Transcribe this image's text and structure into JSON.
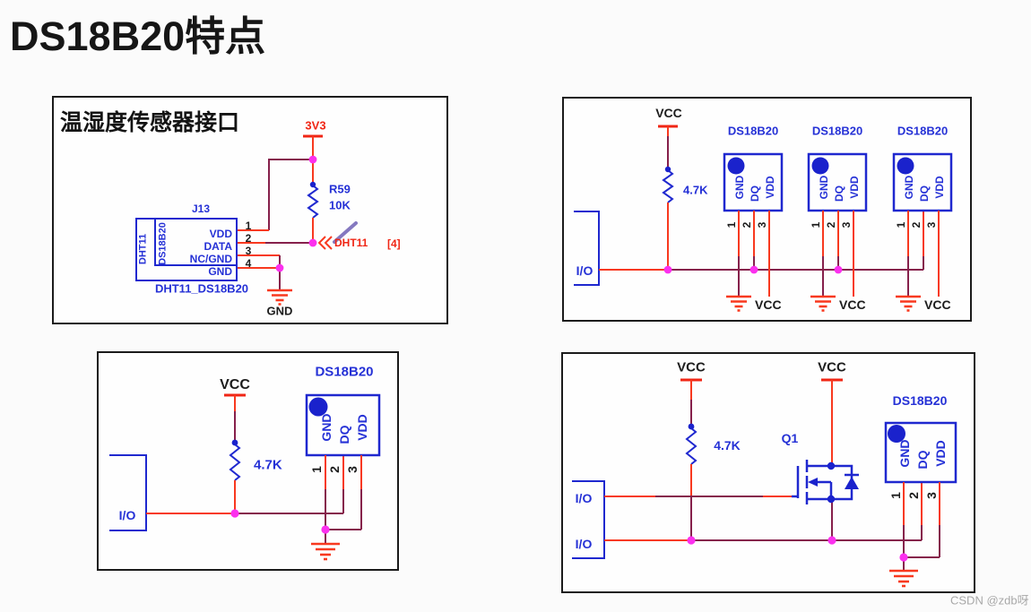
{
  "page": {
    "title": "DS18B20特点",
    "watermark": "CSDN @zdb呀"
  },
  "colors": {
    "wire_red": "#f8391f",
    "wire_dark": "#86204b",
    "component_blue": "#2531d6",
    "junction_magenta": "#fb30ee",
    "annotation_purple": "#8579c0",
    "text_black": "#1c1c1c",
    "watermark_gray": "#a8a8a8"
  },
  "panel1": {
    "title": "温湿度传感器接口",
    "power_net": "3V3",
    "resistor_ref": "R59",
    "resistor_value": "10K",
    "connector_ref": "J13",
    "connector_left_name": "DHT11",
    "connector_right_name": "DS18B20",
    "pin_labels": [
      "VDD",
      "DATA",
      "NC/GND",
      "GND"
    ],
    "pin_numbers": [
      "1",
      "2",
      "3",
      "4"
    ],
    "connector_name": "DHT11_DS18B20",
    "net_label": "DHT11",
    "sheet_ref": "[4]",
    "gnd_label": "GND"
  },
  "panel2": {
    "vcc_top": "VCC",
    "resistor_value": "4.7K",
    "io_label": "I/O",
    "chips": [
      "DS18B20",
      "DS18B20",
      "DS18B20"
    ],
    "pin_names": [
      "GND",
      "DQ",
      "VDD"
    ],
    "pin_numbers": [
      "1",
      "2",
      "3"
    ],
    "vcc_bottom": [
      "VCC",
      "VCC",
      "VCC"
    ]
  },
  "panel3": {
    "vcc_top": "VCC",
    "resistor_value": "4.7K",
    "io_label": "I/O",
    "chip_name": "DS18B20",
    "pin_names": [
      "GND",
      "DQ",
      "VDD"
    ],
    "pin_numbers": [
      "1",
      "2",
      "3"
    ]
  },
  "panel4": {
    "vcc_left": "VCC",
    "vcc_right": "VCC",
    "resistor_value": "4.7K",
    "mosfet_ref": "Q1",
    "io_top": "I/O",
    "io_bottom": "I/O",
    "chip_name": "DS18B20",
    "pin_names": [
      "GND",
      "DQ",
      "VDD"
    ],
    "pin_numbers": [
      "1",
      "2",
      "3"
    ]
  }
}
